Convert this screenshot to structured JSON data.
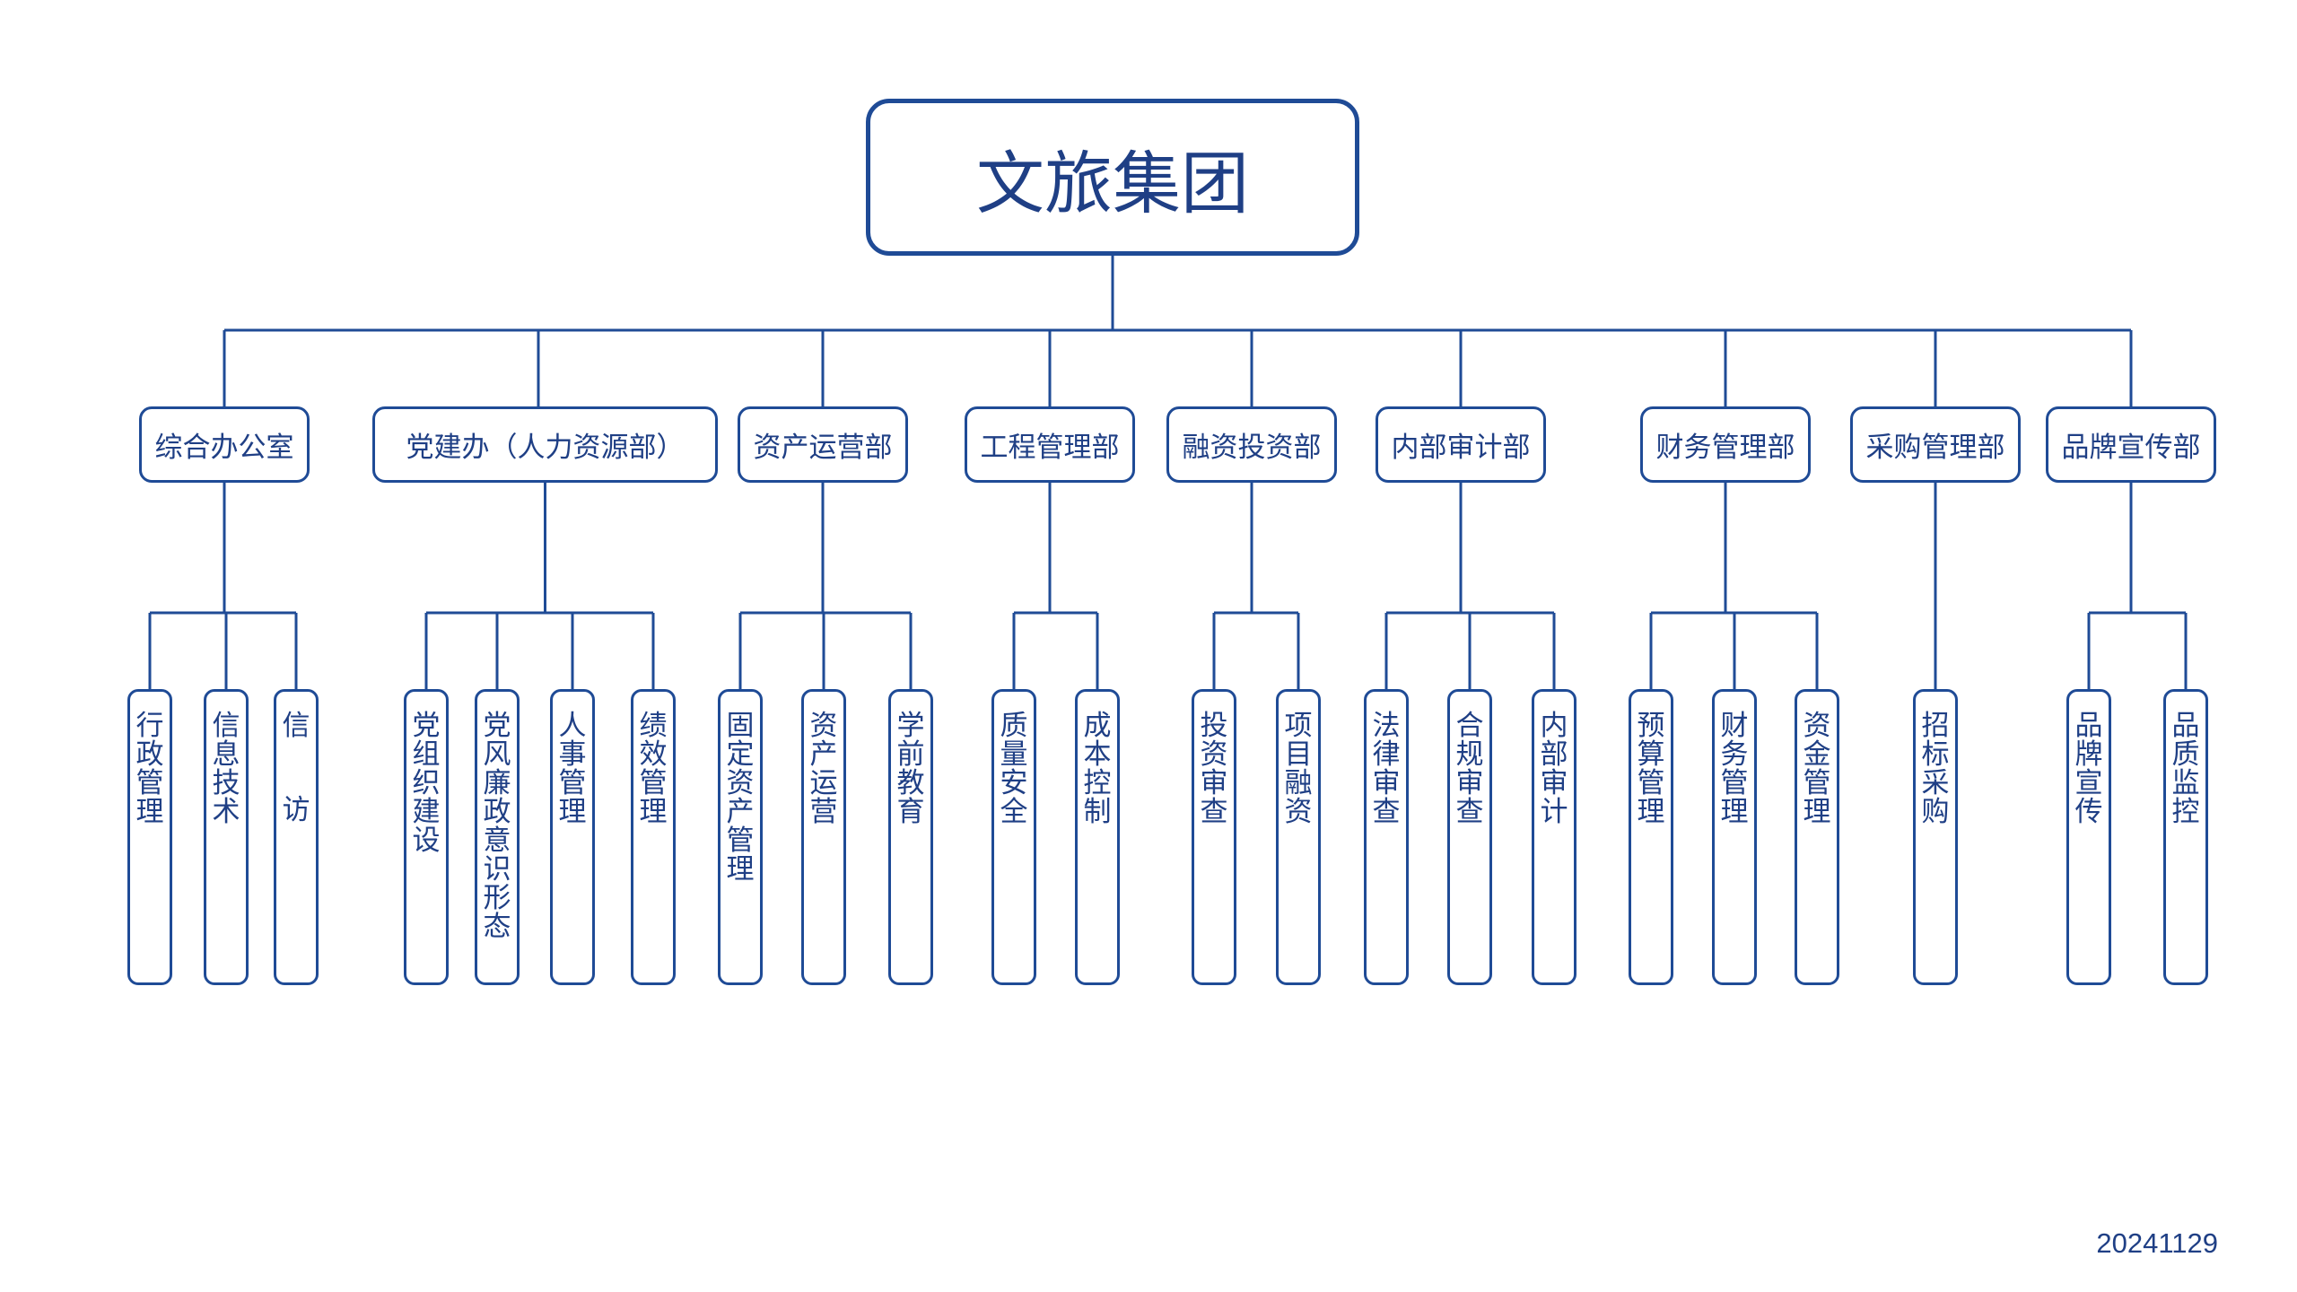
{
  "root": {
    "label": "文旅集团"
  },
  "departments": [
    {
      "label": "综合办公室",
      "children": [
        "行政管理",
        "信息技术",
        "信    访"
      ]
    },
    {
      "label": "党建办（人力资源部）",
      "children": [
        "党组织建设",
        "党风廉政意识形态",
        "人事管理",
        "绩效管理"
      ]
    },
    {
      "label": "资产运营部",
      "children": [
        "固定资产管理",
        "资产运营",
        "学前教育"
      ]
    },
    {
      "label": "工程管理部",
      "children": [
        "质量安全",
        "成本控制"
      ]
    },
    {
      "label": "融资投资部",
      "children": [
        "投资审查",
        "项目融资"
      ]
    },
    {
      "label": "内部审计部",
      "children": [
        "法律审查",
        "合规审查",
        "内部审计"
      ]
    },
    {
      "label": "财务管理部",
      "children": [
        "预算管理",
        "财务管理",
        "资金管理"
      ]
    },
    {
      "label": "采购管理部",
      "children": [
        "招标采购"
      ]
    },
    {
      "label": "品牌宣传部",
      "children": [
        "品牌宣传",
        "品质监控"
      ]
    }
  ],
  "date": "20241129",
  "colors": {
    "line": "#1f4b96",
    "text": "#1f3f85"
  }
}
